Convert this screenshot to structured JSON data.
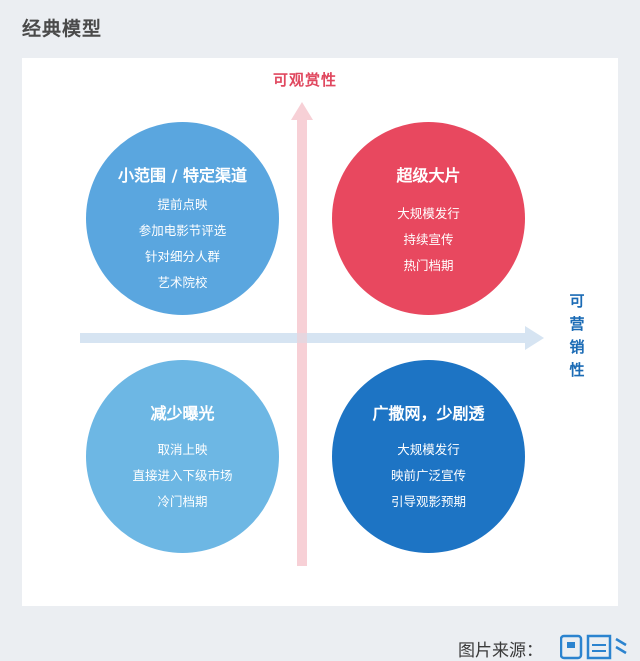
{
  "page_title": "经典模型",
  "axes": {
    "vertical_label": "可观赏性",
    "horizontal_label_chars": [
      "可",
      "营",
      "销",
      "性"
    ]
  },
  "quadrants": {
    "top_left": {
      "title": "小范围 / 特定渠道",
      "items": [
        "提前点映",
        "参加电影节评选",
        "针对细分人群",
        "艺术院校"
      ],
      "color": "#5aa6df"
    },
    "top_right": {
      "title": "超级大片",
      "items": [
        "大规模发行",
        "持续宣传",
        "热门档期"
      ],
      "color": "#e8485f"
    },
    "bottom_left": {
      "title": "减少曝光",
      "items": [
        "取消上映",
        "直接进入下级市场",
        "冷门档期"
      ],
      "color": "#6db7e4"
    },
    "bottom_right": {
      "title": "广撒网，少剧透",
      "items": [
        "大规模发行",
        "映前广泛宣传",
        "引导观影预期"
      ],
      "color": "#1d74c4"
    }
  },
  "source_label": "图片来源：",
  "colors": {
    "vertical_axis": "#f7d0d6",
    "horizontal_axis": "#d6e4f2"
  }
}
